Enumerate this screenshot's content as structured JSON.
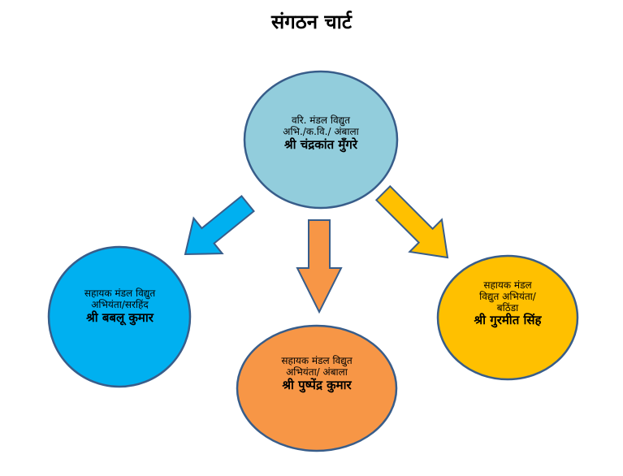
{
  "title": "संगठन चार्ट",
  "colors": {
    "top": "#92CDDC",
    "left": "#00B0F0",
    "center": "#F79646",
    "right": "#FFC000",
    "outline": "#385D8A"
  },
  "nodes": {
    "top": {
      "role_line1": "वरि. मंडल विद्युत",
      "role_line2": "अभि./क.वि./ अंबाला",
      "name": "श्री चंद्रकांत मुँगरे"
    },
    "left": {
      "role_line1": "सहायक मंडल विद्युत",
      "role_line2": "अभियंता/सरहिंद",
      "name": "श्री बबलू कुमार"
    },
    "center": {
      "role_line1": "सहायक मंडल विद्युत",
      "role_line2": "अभियंता/ अंबाला",
      "name": "श्री पुष्पेंद्र कुमार"
    },
    "right": {
      "role_line1": "सहायक मंडल",
      "role_line2": "विद्युत अभियंता/",
      "role_line3": "बठिंडा",
      "name": "श्री गुरमीत सिंह"
    }
  },
  "arrows": [
    {
      "id": "left",
      "color_key": "left"
    },
    {
      "id": "center",
      "color_key": "center"
    },
    {
      "id": "right",
      "color_key": "right"
    }
  ]
}
